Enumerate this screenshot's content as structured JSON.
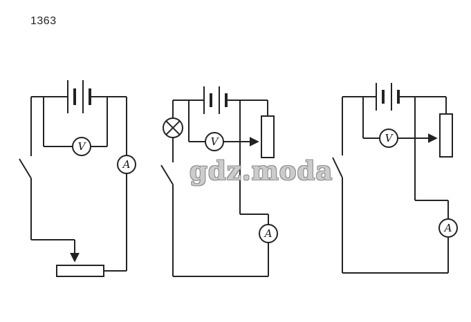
{
  "page": {
    "label": "1363",
    "watermark": "gdz.moda",
    "background": "#ffffff",
    "line_color": "#222222",
    "watermark_color": "#cccccc"
  },
  "components": {
    "voltmeter_label": "V",
    "ammeter_label": "A"
  },
  "circuits": [
    {
      "name": "circuit-1",
      "elements": [
        "battery",
        "voltmeter-parallel",
        "ammeter-right-branch",
        "open-switch-left",
        "horizontal-rheostat-with-down-slider-arrow"
      ]
    },
    {
      "name": "circuit-2",
      "elements": [
        "battery",
        "lamp",
        "voltmeter-parallel",
        "open-switch-left",
        "vertical-rheostat-with-right-slider-arrow",
        "ammeter-bottom-right"
      ]
    },
    {
      "name": "circuit-3",
      "elements": [
        "battery",
        "voltmeter-parallel",
        "open-switch-left",
        "vertical-rheostat-with-right-slider-arrow",
        "ammeter-bottom-right"
      ]
    }
  ]
}
